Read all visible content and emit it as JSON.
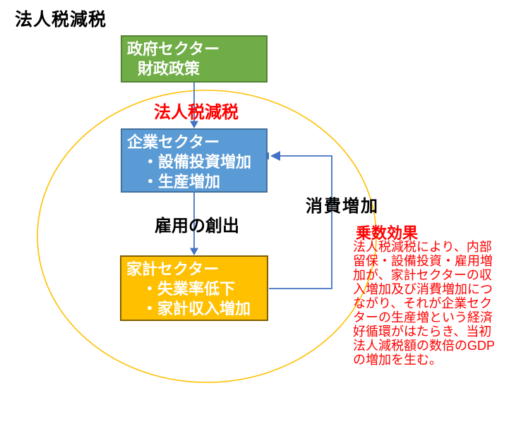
{
  "page": {
    "title": "法人税減税"
  },
  "colors": {
    "government_fill": "#70AD47",
    "government_border": "#548235",
    "corporate_fill": "#5B9BD5",
    "corporate_border": "#41719C",
    "household_fill": "#FFC000",
    "household_border": "#7F6000",
    "connector": "#4472C4",
    "cycle_ellipse": "#FFC000",
    "accent_red": "#FF0000",
    "text_black": "#000000",
    "box_text": "#FFFFFF"
  },
  "diagram": {
    "government_box": {
      "line1": "政府セクター",
      "line2": "財政政策"
    },
    "tax_cut_label": "法人税減税",
    "corporate_box": {
      "line1": "企業セクター",
      "line2": "・設備投資増加",
      "line3": "・生産増加"
    },
    "employment_label": "雇用の創出",
    "consumption_label": "消費増加",
    "household_box": {
      "line1": "家計セクター",
      "line2": "・失業率低下",
      "line3": "・家計収入増加"
    },
    "multiplier": {
      "heading": "乗数効果",
      "body": "法人税減税により、内部\n留保・設備投資・雇用増\n加が、家計セクターの収\n入増加及び消費増加につ\nながり、それが企業セク\nターの生産増という経済\n好循環がはたらき、当初\n法人減税額の数倍のGDP\nの増加を生む。"
    }
  }
}
